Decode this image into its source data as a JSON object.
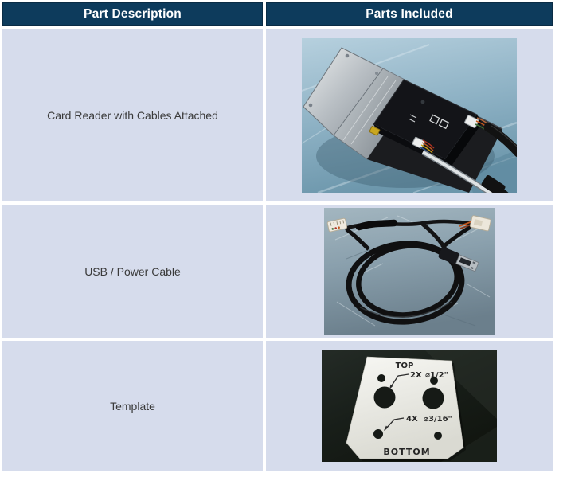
{
  "colors": {
    "header_bg": "#0d3b5c",
    "header_text": "#ffffff",
    "cell_bg": "#d6dcec",
    "body_text": "#3a3a3a",
    "separator": "#ffffff"
  },
  "table": {
    "headers": [
      {
        "label": "Part Description"
      },
      {
        "label": "Parts Included"
      }
    ],
    "rows": [
      {
        "description": "Card Reader with Cables Attached"
      },
      {
        "description": "USB / Power Cable"
      },
      {
        "description": "Template"
      }
    ]
  },
  "photos": {
    "template_labels": {
      "top": "TOP",
      "qty_large": "2X",
      "dia_large": "⌀1/2\"",
      "qty_small": "4X",
      "dia_small": "⌀3/16\"",
      "bottom": "BOTTOM"
    }
  }
}
